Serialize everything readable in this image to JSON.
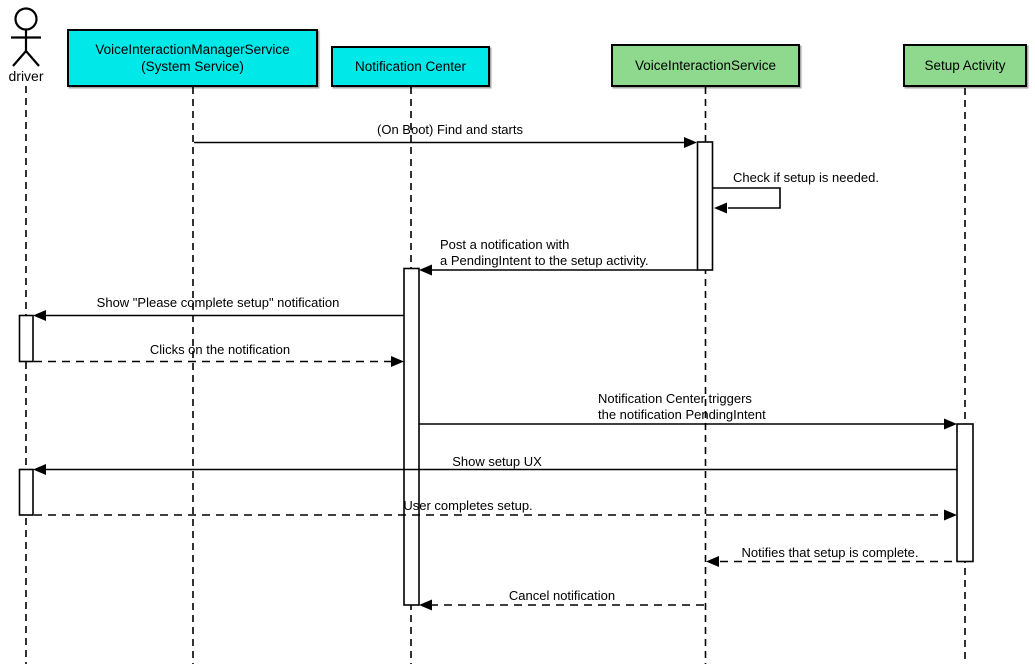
{
  "diagram": {
    "type": "uml-sequence-diagram",
    "background": "#ffffff",
    "colors": {
      "cyan": "#00E9E9",
      "green": "#8FD98F",
      "line": "#000000",
      "activation_fill": "#ffffff"
    },
    "participants": [
      {
        "id": "driver",
        "kind": "actor",
        "label": "driver"
      },
      {
        "id": "vims",
        "kind": "object",
        "label": "VoiceInteractionManagerService\n(System Service)",
        "color": "cyan"
      },
      {
        "id": "nc",
        "kind": "object",
        "label": "Notification Center",
        "color": "cyan"
      },
      {
        "id": "vis",
        "kind": "object",
        "label": "VoiceInteractionService",
        "color": "green"
      },
      {
        "id": "setup",
        "kind": "object",
        "label": "Setup Activity",
        "color": "green"
      }
    ],
    "messages": [
      {
        "from": "vims",
        "to": "vis",
        "style": "solid",
        "label": "(On Boot) Find and starts"
      },
      {
        "from": "vis",
        "to": "vis",
        "style": "solid",
        "self": true,
        "label": "Check if setup is needed."
      },
      {
        "from": "vis",
        "to": "nc",
        "style": "solid",
        "label": "Post a notification with\na PendingIntent to the setup activity."
      },
      {
        "from": "nc",
        "to": "driver",
        "style": "solid",
        "label": "Show \"Please complete setup\" notification"
      },
      {
        "from": "driver",
        "to": "nc",
        "style": "dashed",
        "label": "Clicks on the notification"
      },
      {
        "from": "nc",
        "to": "setup",
        "style": "solid",
        "label": "Notification Center triggers\nthe notification PendingIntent"
      },
      {
        "from": "setup",
        "to": "driver",
        "style": "solid",
        "label": "Show setup UX"
      },
      {
        "from": "driver",
        "to": "setup",
        "style": "dashed",
        "label": "User completes setup."
      },
      {
        "from": "setup",
        "to": "vis",
        "style": "dashed",
        "label": "Notifies that setup is complete."
      },
      {
        "from": "vis",
        "to": "nc",
        "style": "dashed",
        "label": "Cancel notification"
      }
    ]
  }
}
